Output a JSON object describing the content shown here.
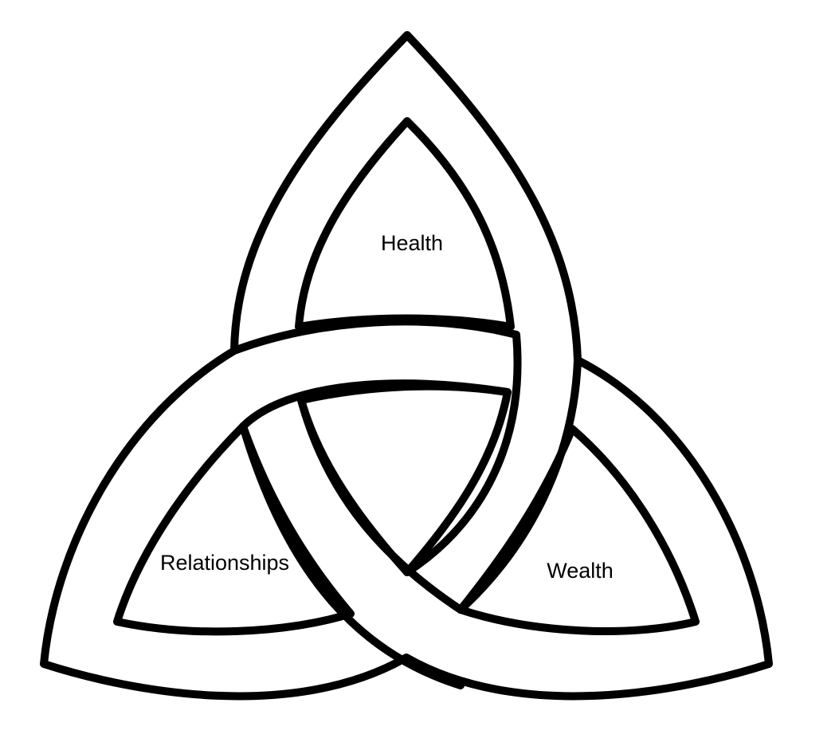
{
  "diagram": {
    "labels": {
      "top": "Health",
      "left": "Relationships",
      "right": "Wealth"
    },
    "colors": {
      "stroke": "#000000",
      "band_fill": "#ffffff",
      "background": "#ffffff"
    }
  }
}
